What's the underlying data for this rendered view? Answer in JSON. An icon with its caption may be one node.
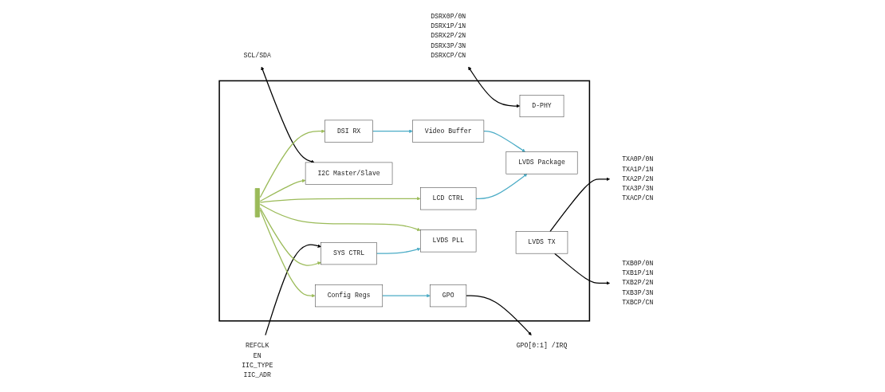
{
  "diagram": {
    "nodes": [
      {
        "text": [],
        "shape": "box"
      },
      {
        "text": [
          "D-PHY"
        ],
        "in": 0
      },
      {
        "text": [
          "DSI RX"
        ],
        "in": 0
      },
      {
        "text": [
          "Video Buffer"
        ],
        "in": 0
      },
      {
        "text": [
          "LCD CTRL"
        ],
        "in": 0
      },
      {
        "text": [
          "LVDS Package"
        ],
        "in": 0
      },
      {
        "text": [
          "LVDS TX"
        ],
        "in": 0
      },
      {
        "text": [
          "I2C Master/Slave"
        ],
        "in": 0
      },
      {
        "text": [
          "Config Regs"
        ],
        "in": 0
      },
      {
        "text": [
          "SYS CTRL"
        ],
        "in": 0
      },
      {
        "text": [
          "LVDS PLL"
        ],
        "in": 0
      },
      {
        "text": [
          "GPO"
        ],
        "in": 0
      },
      {
        "text": [],
        "shape": "bar",
        "in": 0
      },
      {
        "text": [
          "DSRX0P/0N",
          "DSRX1P/1N",
          "DSRX2P/2N",
          "DSRX3P/3N",
          "DSRXCP/CN"
        ]
      },
      {
        "text": [
          "SCL/SDA"
        ]
      },
      {
        "text": [
          "REFCLK",
          "EN",
          "IIC_TYPE",
          "IIC_ADR"
        ]
      },
      {
        "text": [
          "TXA0P/0N",
          "TXA1P/1N",
          "TXA2P/2N",
          "TXA3P/3N",
          "TXACP/CN"
        ]
      },
      {
        "text": [
          "TXB0P/0N",
          "TXB1P/1N",
          "TXB2P/2N",
          "TXB3P/3N",
          "TXBCP/CN"
        ]
      },
      {
        "text": [
          "GPO[0:1] /IRQ"
        ]
      }
    ],
    "edges": [
      {
        "from": 13,
        "to": 1,
        "arrow": "both",
        "color": "#000000"
      },
      {
        "from": 14,
        "to": 7,
        "arrow": "both",
        "color": "#000000"
      },
      {
        "from": 15,
        "to": 9,
        "arrow": "to",
        "color": "#000000"
      },
      {
        "from": 2,
        "to": 3,
        "arrow": "to",
        "color": "#4bacc6"
      },
      {
        "from": 3,
        "to": 5,
        "arrow": "to",
        "color": "#4bacc6"
      },
      {
        "from": 4,
        "to": 5,
        "arrow": "to",
        "color": "#4bacc6"
      },
      {
        "from": 12,
        "to": 2,
        "arrow": "to",
        "color": "#9bbb59"
      },
      {
        "from": 12,
        "to": 4,
        "arrow": "to",
        "color": "#9bbb59"
      },
      {
        "from": 12,
        "to": 7,
        "arrow": "to",
        "color": "#9bbb59"
      },
      {
        "from": 12,
        "to": 8,
        "arrow": "to",
        "color": "#9bbb59"
      },
      {
        "from": 12,
        "to": 9,
        "arrow": "to",
        "color": "#9bbb59"
      },
      {
        "from": 12,
        "to": 10,
        "arrow": "to",
        "color": "#9bbb59"
      },
      {
        "from": 9,
        "to": 10,
        "arrow": "to",
        "color": "#4bacc6"
      },
      {
        "from": 8,
        "to": 11,
        "arrow": "to",
        "color": "#4bacc6"
      },
      {
        "from": 6,
        "to": 16,
        "arrow": "to",
        "color": "#000000"
      },
      {
        "from": 6,
        "to": 17,
        "arrow": "to",
        "color": "#000000"
      },
      {
        "from": 11,
        "to": 18,
        "arrow": "to",
        "color": "#000000"
      }
    ]
  }
}
